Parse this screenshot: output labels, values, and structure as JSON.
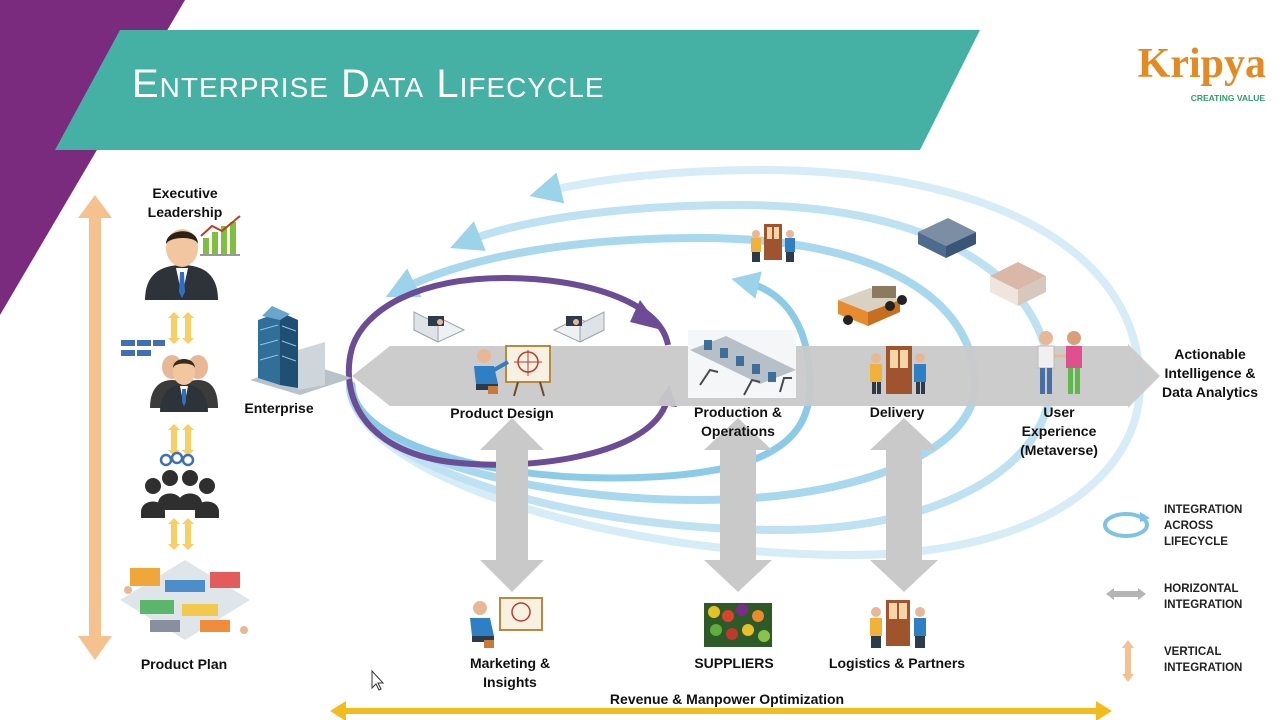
{
  "title": "Enterprise Data Lifecycle",
  "brand": {
    "name": "Kripya",
    "tagline": "CREATING VALUE"
  },
  "colors": {
    "header_band": "#45b0a4",
    "corner_accent": "#7a2b7e",
    "lifecycle_arrow": "#9bd3ea",
    "product_loop": "#6d4c96",
    "horizontal_arrow": "#c9c9c9",
    "vertical_arrow": "#f5c18f",
    "revenue_arrow": "#f2bd1c"
  },
  "left_column": {
    "top_label": "Executive\nLeadership",
    "bottom_label": "Product Plan",
    "icons": [
      "executive-chart-icon",
      "managers-team-icon",
      "workers-team-icon",
      "factory-floor-icon"
    ]
  },
  "enterprise_label": "Enterprise",
  "stages": {
    "product_design": "Product Design",
    "production": "Production &\nOperations",
    "delivery": "Delivery",
    "user_experience": "User\nExperience\n(Metaverse)"
  },
  "outcome_label": "Actionable\nIntelligence &\nData Analytics",
  "bottom_nodes": {
    "marketing": "Marketing &\nInsights",
    "suppliers": "SUPPLIERS",
    "logistics": "Logistics & Partners"
  },
  "revenue_label": "Revenue & Manpower Optimization",
  "legend": {
    "integration": "INTEGRATION\nACROSS\nLIFECYCLE",
    "horizontal": "HORIZONTAL\nINTEGRATION",
    "vertical": "VERTICAL\nINTEGRATION"
  }
}
